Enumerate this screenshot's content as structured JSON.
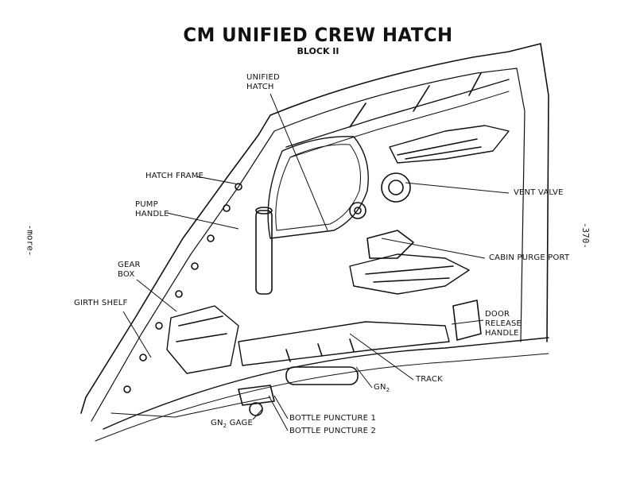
{
  "title": "CM UNIFIED CREW HATCH",
  "subtitle": "BLOCK II",
  "margin_left_text": "-more-",
  "margin_right_text": "-370-",
  "labels": {
    "unified_hatch": "UNIFIED\nHATCH",
    "hatch_frame": "HATCH FRAME",
    "pump_handle": "PUMP\nHANDLE",
    "gear_box": "GEAR\nBOX",
    "girth_shelf": "GIRTH SHELF",
    "vent_valve": "VENT VALVE",
    "cabin_purge_port": "CABIN PURGE PORT",
    "door_release_handle": "DOOR\nRELEASE\nHANDLE",
    "track": "TRACK",
    "gn2": "GN",
    "gn2_sub": "2",
    "gn2_gage": "GN",
    "gn2_gage_sub": "2",
    "gn2_gage_suffix": " GAGE",
    "bottle_puncture_1": "BOTTLE PUNCTURE 1",
    "bottle_puncture_2": "BOTTLE PUNCTURE 2"
  }
}
